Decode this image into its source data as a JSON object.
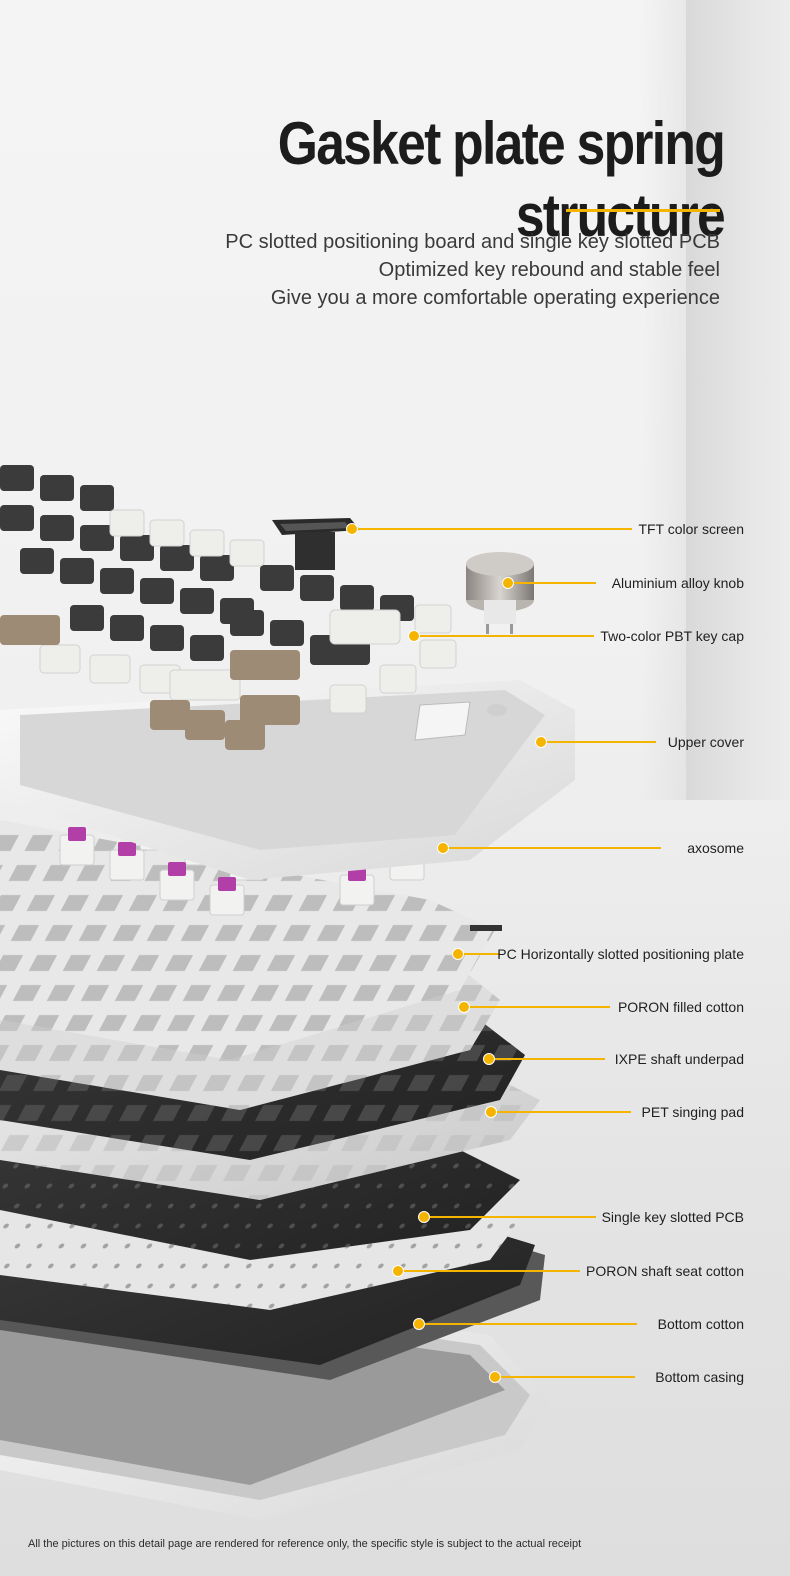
{
  "header": {
    "title": "Gasket plate spring structure",
    "lines": [
      "PC slotted positioning board and single key slotted PCB",
      "Optimized key rebound and stable feel",
      "Give you a more comfortable operating experience"
    ]
  },
  "callouts": [
    "TFT color screen",
    "Aluminium alloy knob",
    "Two-color PBT key cap",
    "Upper cover",
    "axosome",
    "PC Horizontally slotted positioning plate",
    "PORON filled cotton",
    "IXPE shaft underpad",
    "PET singing pad",
    "Single key slotted PCB",
    "PORON shaft seat cotton",
    "Bottom cotton",
    "Bottom casing"
  ],
  "footer": {
    "disclaimer": "All the pictures on this detail page are rendered for reference only, the specific style is subject to the actual receipt"
  },
  "colors": {
    "accent": "#f5b400",
    "title": "#1c1c1c",
    "switch_stem": "#b23fa7",
    "keycap_dark": "#3b3b3b",
    "keycap_light": "#eeeeea",
    "keycap_tan": "#9d8b76"
  }
}
